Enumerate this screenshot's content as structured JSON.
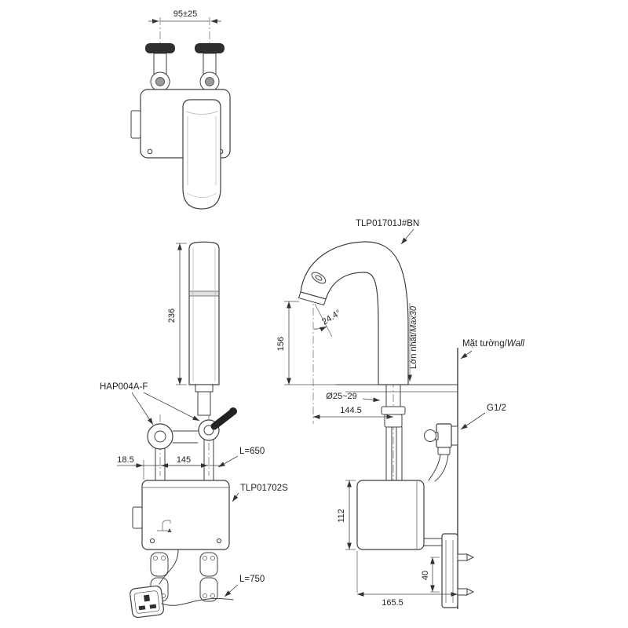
{
  "drawing": {
    "top_view": {
      "dim_pitch": "95±25"
    },
    "front_view": {
      "dim_height": "236",
      "valve_label": "HAP004A-F",
      "dim_offset": "18.5",
      "dim_pitch": "145",
      "hose_length": "L=650",
      "controller_label": "TLP01702S",
      "cord_length": "L=750"
    },
    "side_view": {
      "model_label": "TLP01701J#BN",
      "dim_spout_height": "156",
      "spout_angle": "24.4°",
      "dim_hole_dia": "Ø25~29",
      "dim_reach": "144.5",
      "max_thickness_vi": "Lớn nhất/",
      "max_thickness_en": "Max30",
      "wall_vi": "Mặt tường/",
      "wall_en": "Wall",
      "thread": "G1/2",
      "dim_controller_height": "112",
      "dim_screw_pitch": "40",
      "dim_depth": "165.5"
    }
  }
}
